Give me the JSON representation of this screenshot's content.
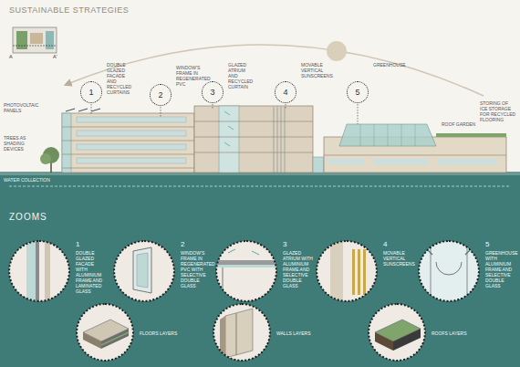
{
  "diagram": {
    "title": "SUSTAINABLE STRATEGIES",
    "nodes": [
      {
        "text": [
          "1",
          "DOUBLE GLAZED FACADE AND RECYCLED CURTAINS"
        ]
      },
      {
        "text": [
          "2",
          "WINDOW'S FRAME IN REGENERATED PVC"
        ]
      },
      {
        "text": [
          "3",
          "GLAZED ATRIUM AND RECYCLED CURTAIN"
        ]
      },
      {
        "text": [
          "4",
          "MOVABLE VERTICAL SUNSCREENS"
        ]
      },
      {
        "text": [
          "5",
          "GREENHOUSE"
        ]
      },
      {
        "text": [
          "1",
          "DOUBLE GLAZED FACADE WITH ALUMINIUM FRAME AND LAMINATED GLASS"
        ]
      },
      {
        "text": [
          "2",
          "WINDOW'S FRAME IN REGENERATED PVC WITH SELECTIVE DOUBLE GLASS"
        ]
      },
      {
        "text": [
          "3",
          "GLAZED ATRIUM WITH ALUMINIUM FRAME AND SELECTIVE DOUBLE GLASS"
        ]
      },
      {
        "text": [
          "4",
          "MOVABLE VERTICAL SUNSCREENS"
        ]
      },
      {
        "text": [
          "5",
          "GREENHOUSE WITH ALUMINIUM FRAME AND SELECTIVE DOUBLE GLASS"
        ]
      },
      {
        "text": [
          "FLOORS LAYERS"
        ]
      },
      {
        "text": [
          "WALLS LAYERS"
        ]
      },
      {
        "text": [
          "ROOFS LAYERS"
        ]
      }
    ],
    "labels": [
      "A",
      "A'",
      "PHOTOVOLTAIC PANELS",
      "TREES AS SHADING DEVICES",
      "WATER COLLECTION",
      "ROOF GARDEN",
      "STORING OF ICE STORAGE FOR RECYCLED FLOORING",
      "ZOOMS"
    ]
  }
}
